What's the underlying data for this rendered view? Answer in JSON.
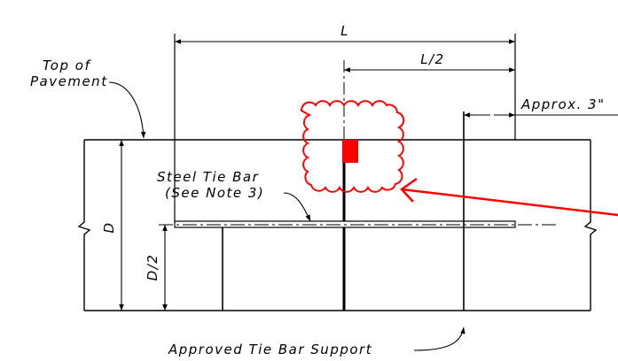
{
  "labels": {
    "overall_length": "L",
    "half_length": "L/2",
    "top_of_pavement_line1": "Top of",
    "top_of_pavement_line2": "Pavement",
    "approx": "Approx. 3\"",
    "steel_tie_bar_line1": "Steel Tie Bar",
    "steel_tie_bar_line2": "(See Note 3)",
    "depth": "D",
    "half_depth": "D/2",
    "support": "Approved Tie Bar Support"
  },
  "colors": {
    "line": "#000000",
    "markup": "#ff0000"
  }
}
